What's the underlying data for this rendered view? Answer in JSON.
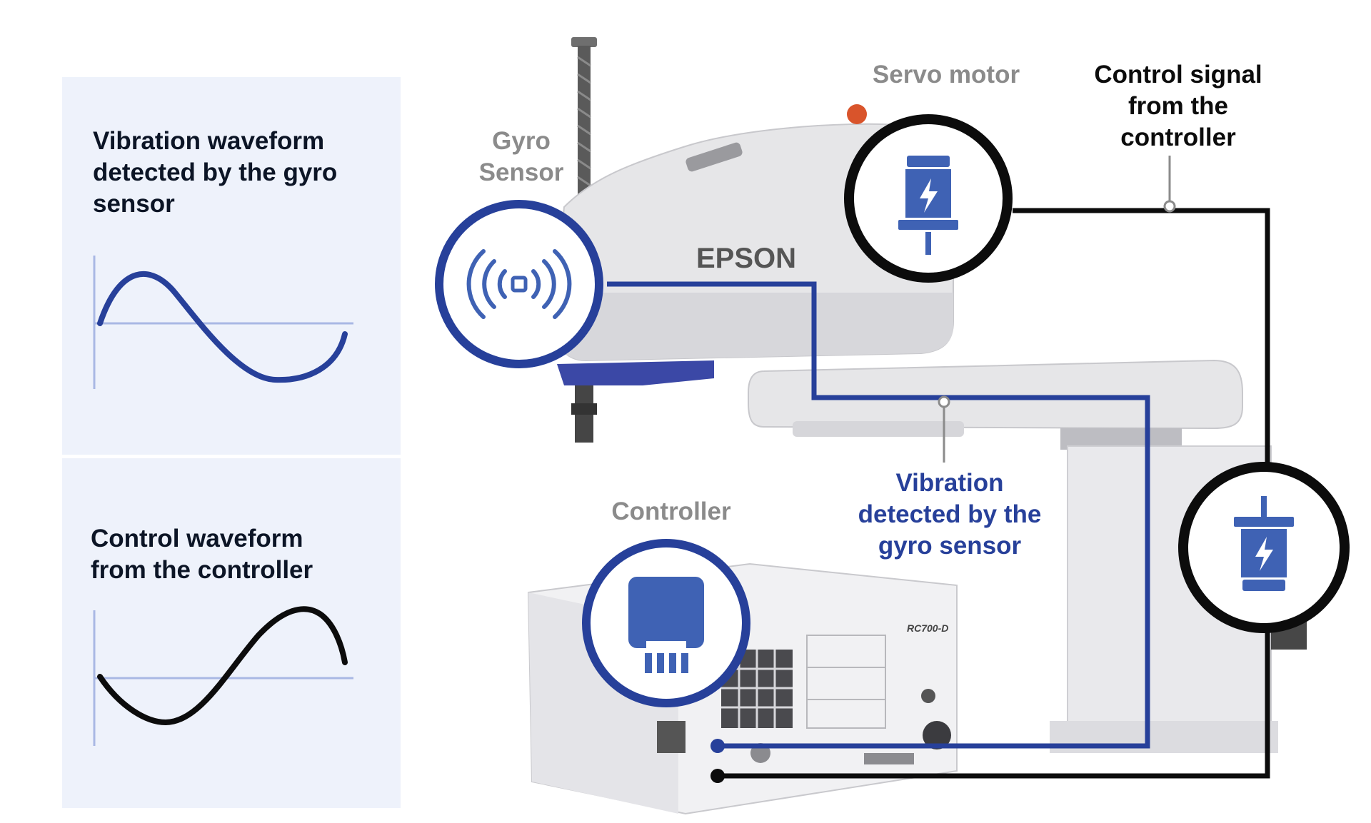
{
  "panels": {
    "vibration": {
      "title": "Vibration waveform\ndetected by the gyro\nsensor"
    },
    "control": {
      "title": "Control waveform\nfrom the controller"
    }
  },
  "labels": {
    "gyro": "Gyro\nSensor",
    "servo": "Servo motor",
    "control_signal": "Control signal\nfrom the\ncontroller",
    "vibration": "Vibration\ndetected by the\ngyro sensor",
    "controller": "Controller"
  },
  "device_text": {
    "brand": "EPSON",
    "model": "RC700-D"
  },
  "colors": {
    "accent_blue": "#27409a",
    "icon_blue": "#3f62b4",
    "panel_bg": "#eef2fb",
    "label_grey": "#8b8b8b",
    "signal_black": "#0c0c0c"
  },
  "icons": [
    "gyro-sensor-icon",
    "servo-motor-icon",
    "servo-motor-lower-icon",
    "controller-icon"
  ]
}
